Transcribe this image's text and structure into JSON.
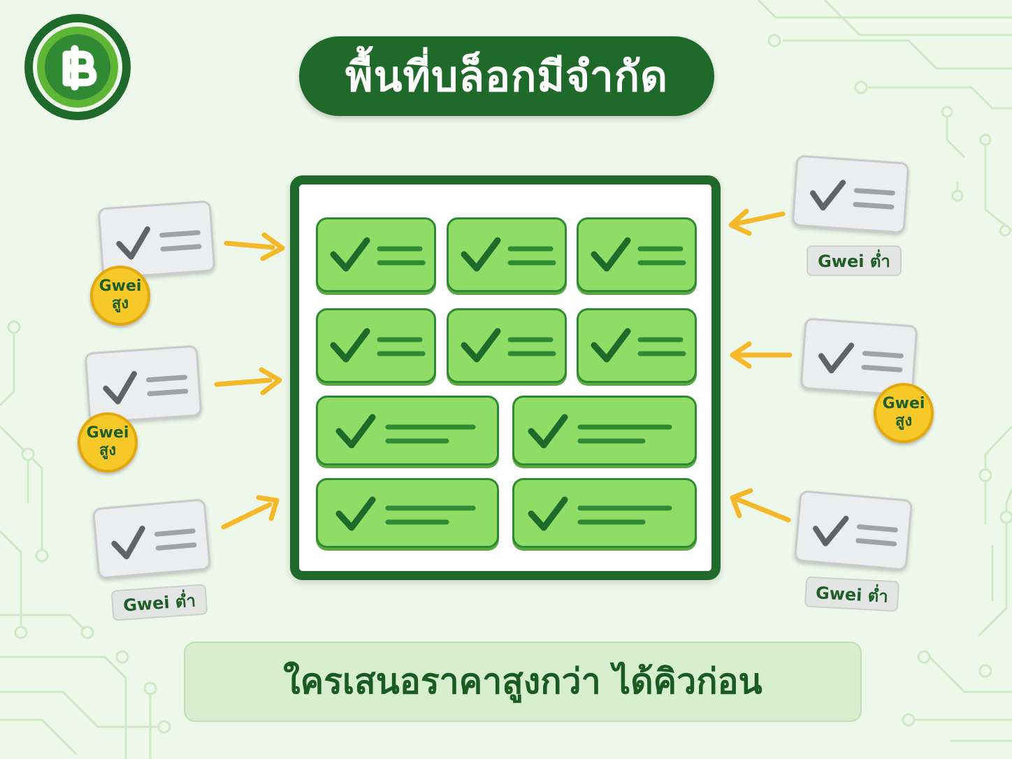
{
  "title": "พื้นที่บล็อกมีจำกัด",
  "caption": "ใครเสนอราคาสูงกว่า ได้คิวก่อน",
  "logo": {
    "icon": "thai-baht-icon",
    "colors": {
      "outer": "#1f6a2b",
      "ring": "#5fb536",
      "inner": "#2f8a33"
    }
  },
  "block": {
    "rows": [
      3,
      3,
      2,
      2
    ],
    "transaction_icon": "check-lines-icon"
  },
  "pending_transactions": [
    {
      "side": "left",
      "badge": "coin",
      "label_line1": "Gwei",
      "label_line2": "สูง"
    },
    {
      "side": "left",
      "badge": "coin",
      "label_line1": "Gwei",
      "label_line2": "สูง"
    },
    {
      "side": "left",
      "badge": "tag",
      "label": "Gwei ต่ำ"
    },
    {
      "side": "right",
      "badge": "tag",
      "label": "Gwei ต่ำ"
    },
    {
      "side": "right",
      "badge": "coin",
      "label_line1": "Gwei",
      "label_line2": "สูง"
    },
    {
      "side": "right",
      "badge": "tag",
      "label": "Gwei ต่ำ"
    }
  ],
  "colors": {
    "background": "#eef8ea",
    "dark_green": "#1f6a2b",
    "tx_fill": "#8fdd66",
    "arrow": "#f5b82a",
    "coin": "#f7c928",
    "pending": "#ecedee"
  }
}
